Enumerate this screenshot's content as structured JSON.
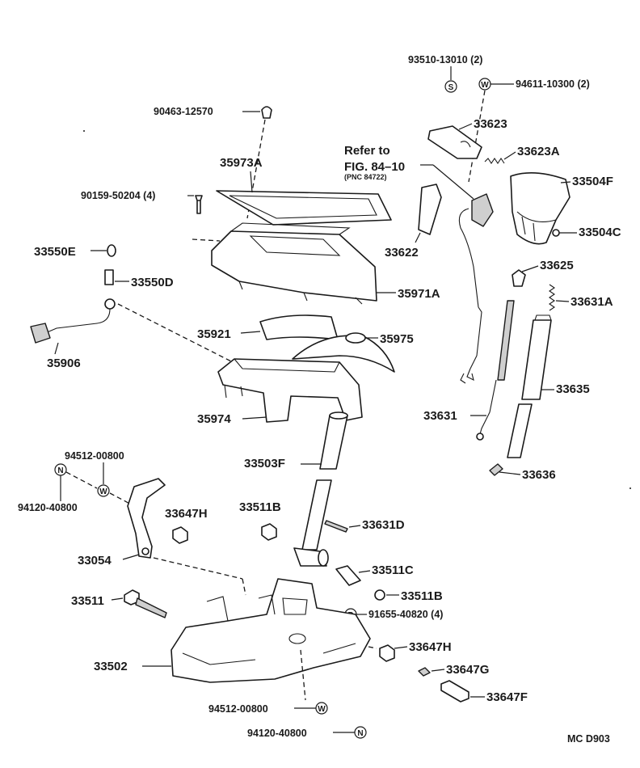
{
  "diagram": {
    "code": "MC D903",
    "reference": {
      "line1": "Refer to",
      "line2": "FIG. 84–10",
      "line3": "(PNC 84722)"
    },
    "symbols": {
      "S": "S",
      "W": "W",
      "N": "N",
      "B": "B"
    },
    "labels": {
      "p93510": "93510-13010 (2)",
      "p94611": "94611-10300 (2)",
      "p90463": "90463-12570",
      "p33623": "33623",
      "p33623A": "33623A",
      "p35973A": "35973A",
      "p33504F": "33504F",
      "p90159": "90159-50204 (4)",
      "p33622": "33622",
      "p33504C": "33504C",
      "p33550E": "33550E",
      "p33550D": "33550D",
      "p35971A": "35971A",
      "p33625": "33625",
      "p33631A": "33631A",
      "p35921": "35921",
      "p35975": "35975",
      "p35906": "35906",
      "p33635": "33635",
      "p33631": "33631",
      "p35974": "35974",
      "p33503F": "33503F",
      "p33636": "33636",
      "p94512a": "94512-00800",
      "p94120a": "94120-40800",
      "p33647H_top": "33647H",
      "p33511B_top": "33511B",
      "p33631D": "33631D",
      "p33054": "33054",
      "p33511C": "33511C",
      "p33511B_bot": "33511B",
      "p33511": "33511",
      "p91655": "91655-40820 (4)",
      "p33647H_bot": "33647H",
      "p33502": "33502",
      "p33647G": "33647G",
      "p33647F": "33647F",
      "p94512b": "94512-00800",
      "p94120b": "94120-40800"
    }
  }
}
